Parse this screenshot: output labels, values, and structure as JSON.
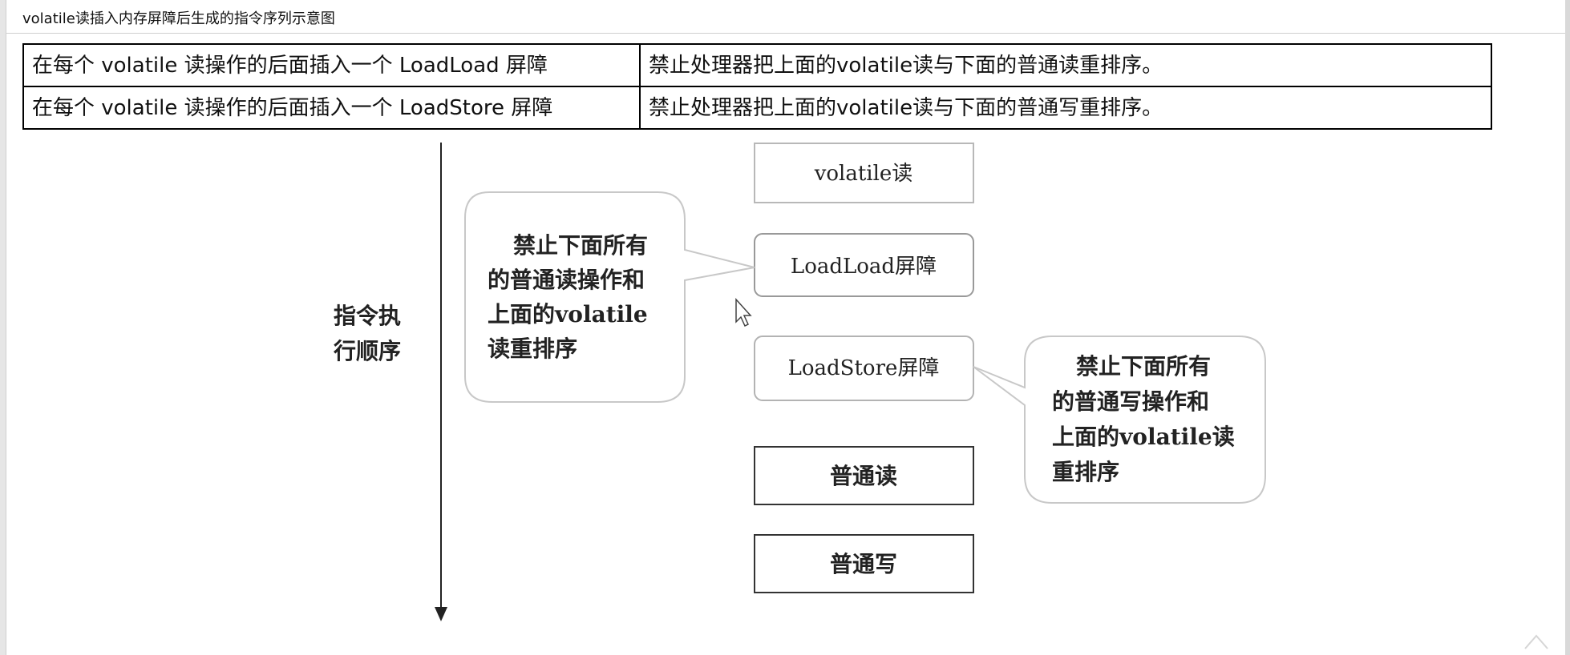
{
  "page": {
    "title": "volatile读插入内存屏障后生成的指令序列示意图"
  },
  "table": {
    "rows": [
      {
        "rule": "在每个 volatile 读操作的后面插入一个 LoadLoad 屏障",
        "effect": "禁止处理器把上面的volatile读与下面的普通读重排序。"
      },
      {
        "rule": "在每个 volatile 读操作的后面插入一个 LoadStore 屏障",
        "effect": "禁止处理器把上面的volatile读与下面的普通写重排序。"
      }
    ]
  },
  "diagram": {
    "axis_label": [
      "指令执",
      "行顺序"
    ],
    "boxes": [
      {
        "label": "volatile读"
      },
      {
        "label": "LoadLoad屏障"
      },
      {
        "label": "LoadStore屏障"
      },
      {
        "label": "普通读"
      },
      {
        "label": "普通写"
      }
    ],
    "callouts": [
      {
        "lines": [
          "禁止下面所有",
          "的普通读操作和",
          "上面的volatile",
          "读重排序"
        ]
      },
      {
        "lines": [
          "禁止下面所有",
          "的普通写操作和",
          "上面的volatile读",
          "重排序"
        ]
      }
    ]
  }
}
